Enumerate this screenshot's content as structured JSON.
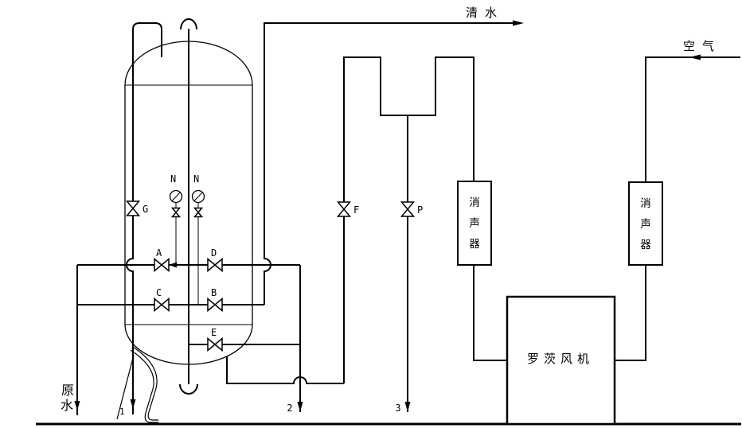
{
  "diagram": {
    "type": "process-flow",
    "background": "#ffffff",
    "line_color": "#000000",
    "streams": {
      "clean_water": "清水",
      "air": "空气",
      "raw_water_char1": "原",
      "raw_water_char2": "水"
    },
    "equipment": {
      "blower_label": "罗茨风机",
      "muffler_char1": "消",
      "muffler_char2": "声",
      "muffler_char3": "器"
    },
    "valve_labels": {
      "a": "A",
      "b": "B",
      "c": "C",
      "d": "D",
      "e": "E",
      "f": "F",
      "g": "G",
      "p": "P"
    },
    "gauge_label": "N",
    "port_labels": {
      "p1": "1",
      "p2": "2",
      "p3": "3"
    }
  }
}
